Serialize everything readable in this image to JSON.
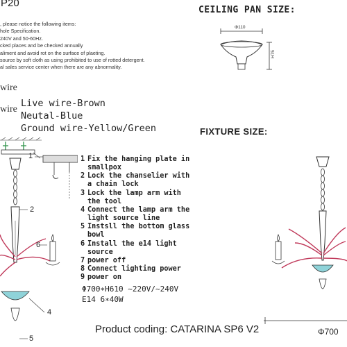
{
  "header": {
    "model_code_fragment": "P20"
  },
  "notice": {
    "lines": [
      ", please notice the following items:",
      "hole Specification.",
      "240V and 50-60Hz.",
      "cked places and be checked annually",
      "aliment and avoid rot on the surface of plaeting.",
      "source by soft cloth as using prohibited to use of rotted detergent.",
      "al sales service center when there are any abnormality."
    ]
  },
  "wiring": {
    "label_a": "wire",
    "label_b": "wire",
    "lines": [
      "Live wire-Brown",
      "Neutal-Blue",
      "Ground wire-Yellow/Green"
    ]
  },
  "ceiling_pan": {
    "title": "CEILING PAN SIZE:",
    "diameter": "Φ110",
    "height": "H75"
  },
  "fixture": {
    "title": "FIXTURE SIZE:",
    "diameter": "Φ700"
  },
  "callouts": [
    "1",
    "2",
    "6",
    "4",
    "5"
  ],
  "steps": [
    {
      "num": "1",
      "lines": [
        "Fix the hanging plate in",
        "smallpox"
      ]
    },
    {
      "num": "2",
      "lines": [
        "Lock the chanselier with",
        "a chain lock"
      ]
    },
    {
      "num": "3",
      "lines": [
        "Lock the lamp arm with",
        "the tool"
      ]
    },
    {
      "num": "4",
      "lines": [
        "Connect the lamp arm the",
        "light source line"
      ]
    },
    {
      "num": "5",
      "lines": [
        "Instsll the bottom glass",
        "bowl"
      ]
    },
    {
      "num": "6",
      "lines": [
        "Install the e14 light",
        "source"
      ]
    },
    {
      "num": "7",
      "lines": [
        "power off"
      ]
    },
    {
      "num": "8",
      "lines": [
        "Connect lighting power"
      ]
    },
    {
      "num": "9",
      "lines": [
        "power on"
      ]
    }
  ],
  "spec": {
    "line1": "Φ700∗H610 ~220V/~240V",
    "line2": "E14 6∗40W"
  },
  "product": {
    "coding": "Product coding: CATARINA SP6 V2"
  },
  "colors": {
    "glass_arm": "#c0395a",
    "glass_bowl": "#8fd3d9",
    "line": "#333333",
    "bracket_green": "#3c9a55"
  }
}
